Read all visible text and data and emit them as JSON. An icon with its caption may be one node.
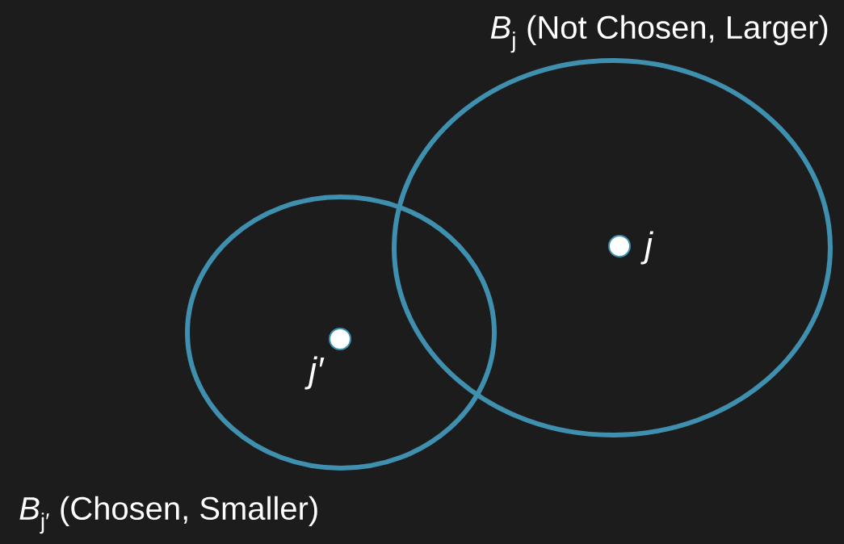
{
  "diagram": {
    "nodes": [
      {
        "text": [
          "*B*$_{j}$ (Not Chosen, Larger)"
        ]
      },
      {
        "text": [],
        "shape": "circle",
        "beside": [
          "j"
        ],
        "in": 0
      },
      {
        "text": [
          "*B*$_{j′}$ (Chosen, Smaller)"
        ]
      },
      {
        "text": [],
        "shape": "circle",
        "beside": [
          "j′"
        ],
        "in": 2
      }
    ]
  }
}
